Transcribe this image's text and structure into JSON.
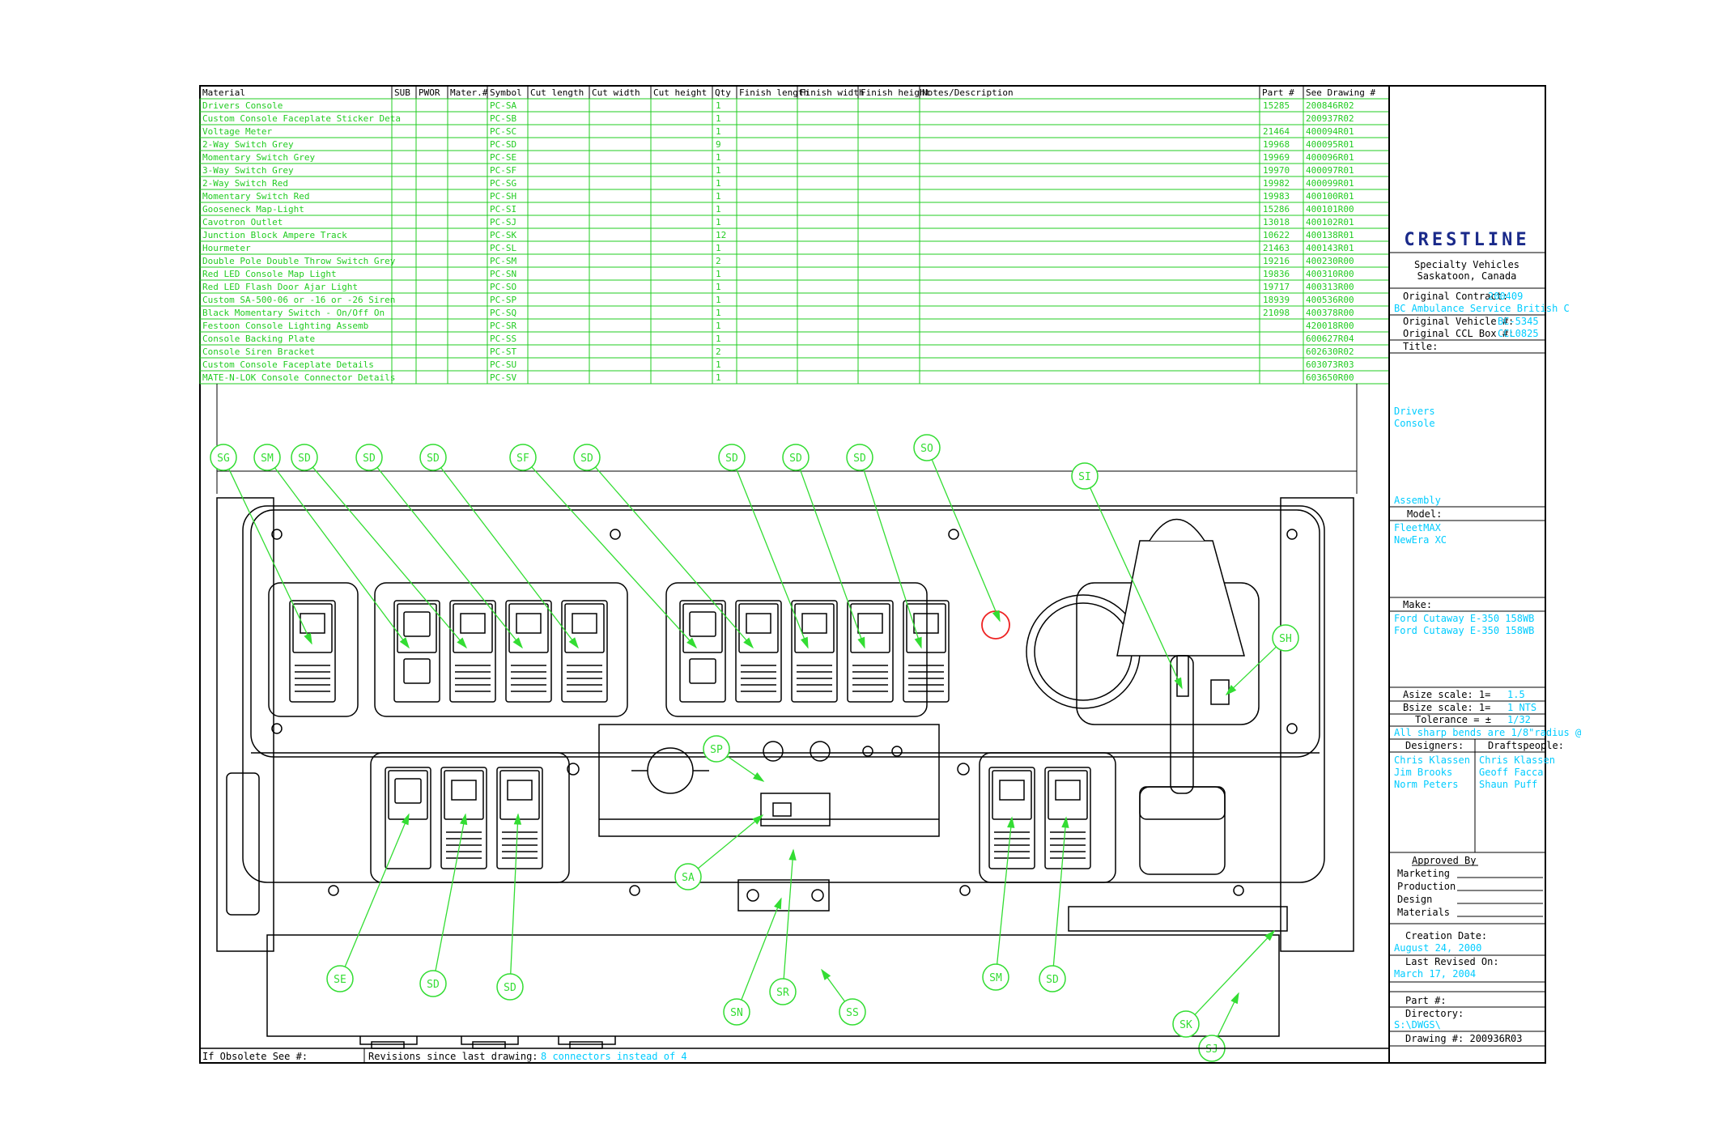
{
  "bom": {
    "headers": [
      "Material",
      "SUB",
      "PWOR",
      "Mater.#",
      "Symbol",
      "Cut length",
      "Cut width",
      "Cut height",
      "Qty",
      "Finish length",
      "Finish width",
      "Finish height",
      "Notes/Description",
      "Part #",
      "See Drawing #"
    ],
    "rows": [
      {
        "material": "Drivers Console",
        "symbol": "PC-SA",
        "qty": "1",
        "part": "15285",
        "drawing": "200846R02"
      },
      {
        "material": "Custom Console Faceplate Sticker Deta",
        "symbol": "PC-SB",
        "qty": "1",
        "part": "",
        "drawing": "200937R02"
      },
      {
        "material": "Voltage Meter",
        "symbol": "PC-SC",
        "qty": "1",
        "part": "21464",
        "drawing": "400094R01"
      },
      {
        "material": "2-Way Switch Grey",
        "symbol": "PC-SD",
        "qty": "9",
        "part": "19968",
        "drawing": "400095R01"
      },
      {
        "material": "Momentary Switch Grey",
        "symbol": "PC-SE",
        "qty": "1",
        "part": "19969",
        "drawing": "400096R01"
      },
      {
        "material": "3-Way Switch Grey",
        "symbol": "PC-SF",
        "qty": "1",
        "part": "19970",
        "drawing": "400097R01"
      },
      {
        "material": "2-Way Switch Red",
        "symbol": "PC-SG",
        "qty": "1",
        "part": "19982",
        "drawing": "400099R01"
      },
      {
        "material": "Momentary Switch Red",
        "symbol": "PC-SH",
        "qty": "1",
        "part": "19983",
        "drawing": "400100R01"
      },
      {
        "material": "Gooseneck Map-Light",
        "symbol": "PC-SI",
        "qty": "1",
        "part": "15286",
        "drawing": "400101R00"
      },
      {
        "material": "Cavotron Outlet",
        "symbol": "PC-SJ",
        "qty": "1",
        "part": "13018",
        "drawing": "400102R01"
      },
      {
        "material": "Junction Block Ampere Track",
        "symbol": "PC-SK",
        "qty": "12",
        "part": "10622",
        "drawing": "400138R01"
      },
      {
        "material": "Hourmeter",
        "symbol": "PC-SL",
        "qty": "1",
        "part": "21463",
        "drawing": "400143R01"
      },
      {
        "material": "Double Pole Double Throw Switch Grey",
        "symbol": "PC-SM",
        "qty": "2",
        "part": "19216",
        "drawing": "400230R00"
      },
      {
        "material": "Red LED Console Map Light",
        "symbol": "PC-SN",
        "qty": "1",
        "part": "19836",
        "drawing": "400310R00"
      },
      {
        "material": "Red LED Flash Door Ajar Light",
        "symbol": "PC-SO",
        "qty": "1",
        "part": "19717",
        "drawing": "400313R00"
      },
      {
        "material": "Custom SA-500-06 or -16 or -26 Siren",
        "symbol": "PC-SP",
        "qty": "1",
        "part": "18939",
        "drawing": "400536R00"
      },
      {
        "material": "Black Momentary Switch - On/Off On",
        "symbol": "PC-SQ",
        "qty": "1",
        "part": "21098",
        "drawing": "400378R00"
      },
      {
        "material": "Festoon Console Lighting        Assemb",
        "symbol": "PC-SR",
        "qty": "1",
        "part": "",
        "drawing": "420018R00"
      },
      {
        "material": "Console Backing Plate",
        "symbol": "PC-SS",
        "qty": "1",
        "part": "",
        "drawing": "600627R04"
      },
      {
        "material": "Console Siren Bracket",
        "symbol": "PC-ST",
        "qty": "2",
        "part": "",
        "drawing": "602630R02"
      },
      {
        "material": "Custom Console Faceplate  Details",
        "symbol": "PC-SU",
        "qty": "1",
        "part": "",
        "drawing": "603073R03"
      },
      {
        "material": "MATE-N-LOK Console Connector Details",
        "symbol": "PC-SV",
        "qty": "1",
        "part": "",
        "drawing": "603650R00"
      }
    ]
  },
  "title_block": {
    "logo": "CRESTLINE",
    "company_line1": "Specialty Vehicles",
    "company_line2": "Saskatoon, Canada",
    "original_contract_label": "Original Contract:",
    "original_contract_value": "200409",
    "customer": "BC Ambulance Service British C",
    "original_vehicle_label": "Original Vehicle #:",
    "original_vehicle_value": "BC-5345",
    "original_ccl_label": "Original CCL Box #:",
    "original_ccl_value": "CCL0825",
    "title_label": "Title:",
    "title_line1": "Drivers",
    "title_line2": "Console",
    "title_type": "Assembly",
    "model_label": "Model:",
    "model_line1": "FleetMAX",
    "model_line2": "NewEra XC",
    "make_label": "Make:",
    "make_line1": "Ford Cutaway E-350 158WB",
    "make_line2": "Ford Cutaway E-350 158WB",
    "asize_label": "Asize scale:  1=",
    "asize_value": "1.5",
    "bsize_label": "Bsize scale:  1=",
    "bsize_value": "1  NTS",
    "tolerance_label": "Tolerance = ±",
    "tolerance_value": "1/32",
    "bends_note": "All sharp bends are 1/8\"radius @",
    "designers_label": "Designers:",
    "draftspeople_label": "Draftspeople:",
    "designers": [
      "Chris Klassen",
      "Jim Brooks",
      "Norm Peters"
    ],
    "draftspeople": [
      "Chris Klassen",
      "Geoff Facca",
      "Shaun Puff"
    ],
    "approved_by_label": "Approved By",
    "approvals": [
      "Marketing",
      "Production",
      "Design",
      "Materials"
    ],
    "creation_date_label": "Creation Date:",
    "creation_date_value": "August 24, 2000",
    "last_revised_label": "Last Revised On:",
    "last_revised_value": "March 17, 2004",
    "part_label": "Part #:",
    "directory_label": "Directory:",
    "directory_value": "S:\\DWGS\\",
    "drawing_label": "Drawing #: 200936R03"
  },
  "footer": {
    "obsolete_label": "If Obsolete See #:",
    "revisions_label": "Revisions since last drawing:",
    "revisions_value": "8 connectors instead of 4"
  },
  "callouts": [
    "SG",
    "SM",
    "SD",
    "SD",
    "SD",
    "SF",
    "SD",
    "SD",
    "SD",
    "SD",
    "SO",
    "SI",
    "SH",
    "SP",
    "SA",
    "SE",
    "SD",
    "SD",
    "SN",
    "SR",
    "SS",
    "SM",
    "SD",
    "SK",
    "SJ"
  ],
  "colors": {
    "ink": "#000000",
    "bom_green": "#22cc22",
    "callout_green": "#33dd33",
    "value_cyan": "#00ccff",
    "led_red": "#ee2222"
  }
}
